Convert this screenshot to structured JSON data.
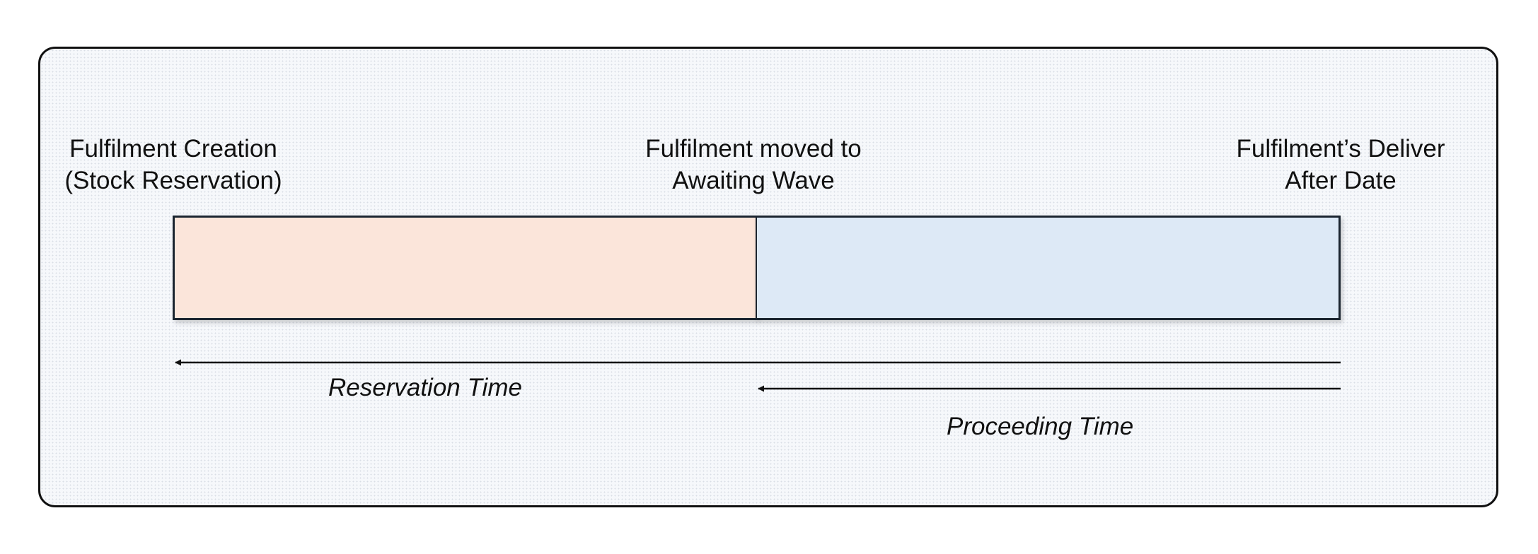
{
  "milestones": {
    "creation": "Fulfilment Creation\n(Stock Reservation)",
    "awaiting_wave": "Fulfilment moved to\nAwaiting Wave",
    "deliver_after": "Fulfilment’s Deliver\nAfter Date"
  },
  "segments": [
    {
      "name": "reservation",
      "color": "#fbe5da"
    },
    {
      "name": "proceeding",
      "color": "#dde9f6"
    }
  ],
  "arrows": {
    "reservation_time": "Reservation Time",
    "proceeding_time": "Proceeding Time"
  }
}
